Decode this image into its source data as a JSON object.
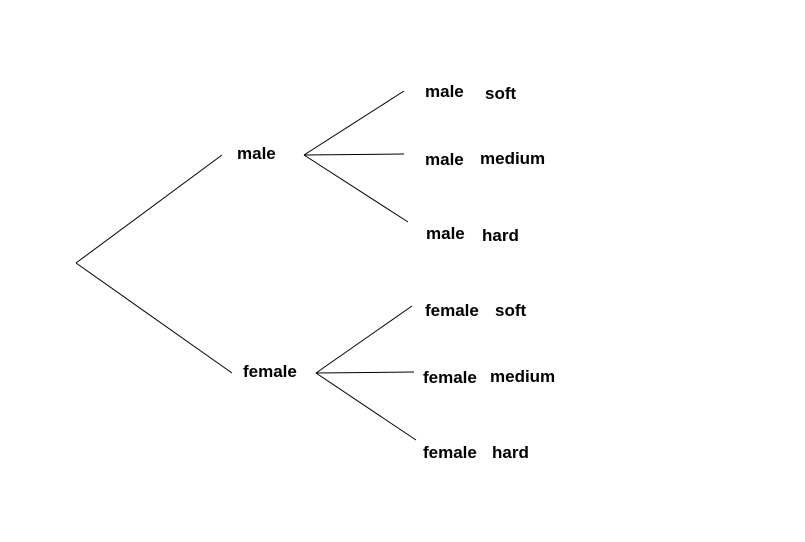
{
  "tree": {
    "level1": {
      "male": "male",
      "female": "female"
    },
    "level2": {
      "male": [
        {
          "first": "male",
          "second": "soft"
        },
        {
          "first": "male",
          "second": "medium"
        },
        {
          "first": "male",
          "second": "hard"
        }
      ],
      "female": [
        {
          "first": "female",
          "second": "soft"
        },
        {
          "first": "female",
          "second": "medium"
        },
        {
          "first": "female",
          "second": "hard"
        }
      ]
    }
  },
  "colors": {
    "line": "#000000",
    "text": "#000000",
    "background": "#ffffff"
  }
}
